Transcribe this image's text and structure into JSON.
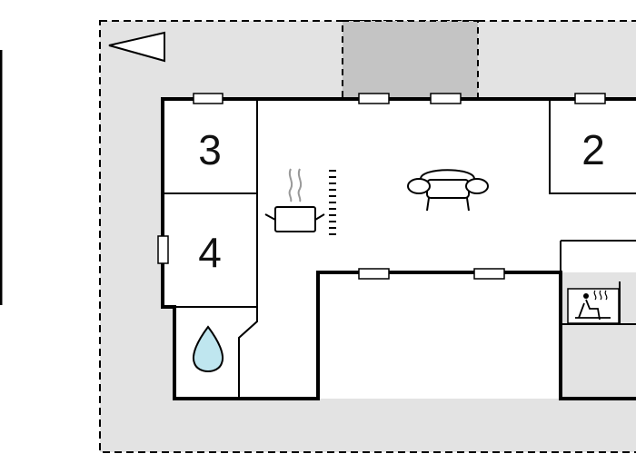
{
  "rooms": [
    {
      "id": "bedroom-3",
      "label": "3"
    },
    {
      "id": "bedroom-4",
      "label": "4"
    },
    {
      "id": "bedroom-2",
      "label": "2"
    }
  ],
  "icons": {
    "north": "north-arrow-icon",
    "kitchen": "cooking-pot-icon",
    "radiator": "stove-heat-icon",
    "living": "sofa-icon",
    "bathroom": "water-drop-icon",
    "sauna": "sauna-icon"
  },
  "colors": {
    "plot": "#e3e3e3",
    "interior": "#ffffff",
    "wall": "#000000",
    "terrace": "#c4c4c4",
    "window": "#ffffff",
    "water": "#bfe6ef"
  }
}
